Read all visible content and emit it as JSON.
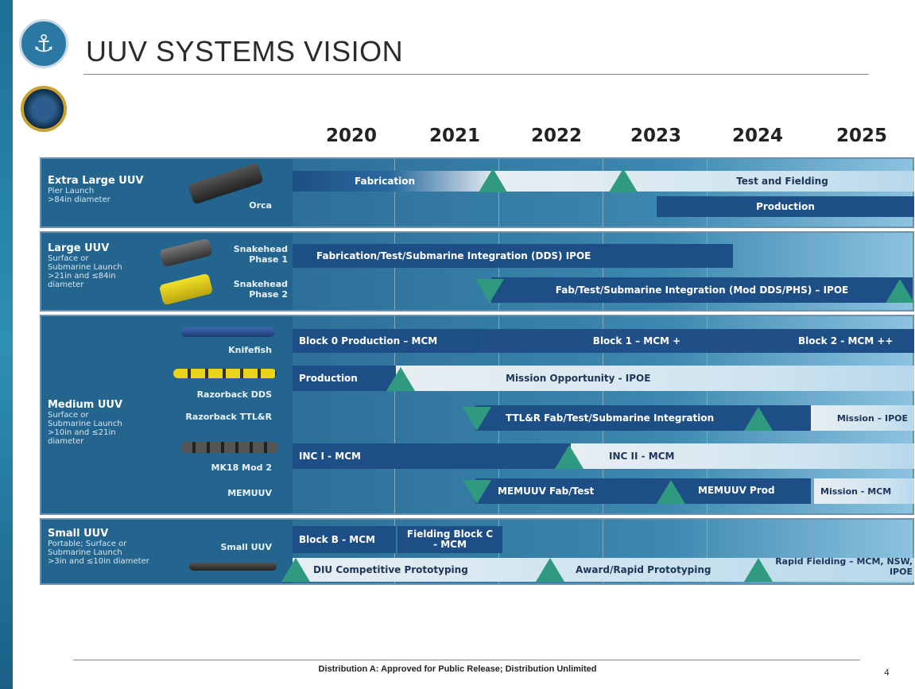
{
  "title": "UUV SYSTEMS VISION",
  "years": [
    "2020",
    "2021",
    "2022",
    "2023",
    "2024",
    "2025"
  ],
  "sections": {
    "xl": {
      "heading": "Extra Large UUV",
      "desc": [
        "Pier Launch",
        ">84in diameter"
      ],
      "vehicle": "Orca",
      "bars": {
        "fabrication": "Fabrication",
        "test": "Test and Fielding",
        "production": "Production"
      }
    },
    "large": {
      "heading": "Large UUV",
      "desc": [
        "Surface or",
        "Submarine Launch",
        ">21in and ≤84in",
        "diameter"
      ],
      "vehicles": [
        "Snakehead Phase 1",
        "Snakehead Phase 2"
      ],
      "bars": {
        "fts": "Fabrication/Test/Submarine Integration (DDS) IPOE",
        "fab": "Fab/Test/Submarine Integration (Mod DDS/PHS) – IPOE"
      }
    },
    "medium": {
      "heading": "Medium UUV",
      "desc": [
        "Surface or",
        "Submarine Launch",
        ">10in and ≤21in",
        "diameter"
      ],
      "vehicles": [
        "Knifefish",
        "Razorback DDS",
        "Razorback TTL&R",
        "MK18 Mod 2",
        "MEMUUV"
      ],
      "bars": {
        "b0": "Block 0 Production – MCM",
        "b1": "Block 1 – MCM +",
        "b2": "Block 2 - MCM ++",
        "prod": "Production",
        "mo": "Mission Opportunity - IPOE",
        "ttlr": "TTL&R Fab/Test/Submarine Integration",
        "mission1": "Mission – IPOE",
        "inc1": "INC I - MCM",
        "inc2": "INC II - MCM",
        "memfab": "MEMUUV Fab/Test",
        "memprod": "MEMUUV Prod",
        "mission2": "Mission - MCM"
      }
    },
    "small": {
      "heading": "Small UUV",
      "desc": [
        "Portable; Surface or",
        "Submarine Launch",
        ">3in and ≤10in diameter"
      ],
      "vehicle": "Small UUV",
      "bars": {
        "blockb": "Block B - MCM",
        "fielding": "Fielding Block C - MCM",
        "diu": "DIU Competitive Prototyping",
        "award": "Award/Rapid Prototyping",
        "rapid": "Rapid Fielding – MCM, NSW, IPOE"
      }
    }
  },
  "footer": "Distribution A: Approved for Public Release; Distribution Unlimited",
  "page": "4"
}
